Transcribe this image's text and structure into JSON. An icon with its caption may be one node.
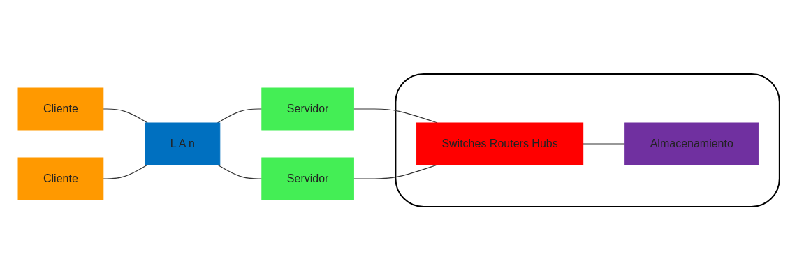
{
  "diagram": {
    "nodes": [
      {
        "text": [
          "Cliente"
        ]
      },
      {
        "text": [
          "Cliente"
        ]
      },
      {
        "text": [
          "L A n"
        ]
      },
      {
        "text": [
          "Servidor"
        ]
      },
      {
        "text": [
          "Servidor"
        ]
      },
      {
        "text": [],
        "shape": "cloud"
      },
      {
        "text": [
          "Switches Routers Hubs"
        ],
        "in": 5
      },
      {
        "text": [
          "Almacenamiento"
        ],
        "in": 5
      }
    ],
    "edges": [
      {
        "from": 0,
        "to": 2,
        "arrow": "none"
      },
      {
        "from": 1,
        "to": 2,
        "arrow": "none"
      },
      {
        "from": 2,
        "to": 3,
        "arrow": "none"
      },
      {
        "from": 2,
        "to": 4,
        "arrow": "none"
      },
      {
        "from": 3,
        "to": 6,
        "arrow": "none"
      },
      {
        "from": 4,
        "to": 6,
        "arrow": "none"
      },
      {
        "from": 6,
        "to": 7,
        "arrow": "none"
      }
    ]
  }
}
